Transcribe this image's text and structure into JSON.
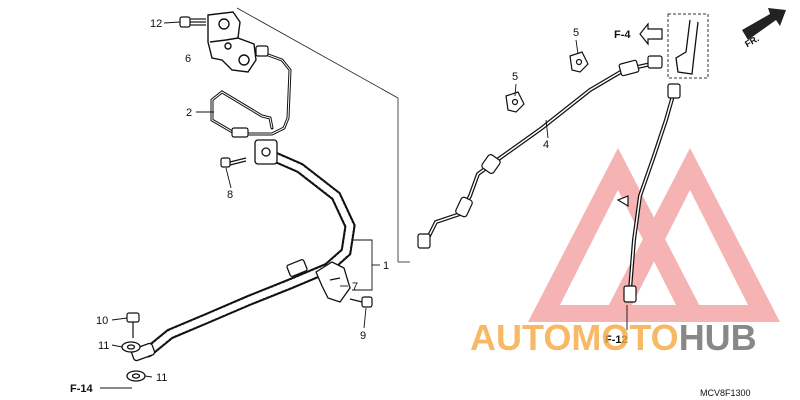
{
  "diagram_code": "MCV8F1300",
  "direction_badge": "FR.",
  "refs": {
    "f4": "F-4",
    "f12": "F-12",
    "f14": "F-14"
  },
  "callouts": {
    "c1": "1",
    "c2": "2",
    "c4": "4",
    "c5a": "5",
    "c5b": "5",
    "c6": "6",
    "c7": "7",
    "c8": "8",
    "c9": "9",
    "c10": "10",
    "c11a": "11",
    "c11b": "11",
    "c12": "12"
  },
  "watermark": {
    "part1": "AUTO",
    "part2": "MOTO",
    "part3": "HUB",
    "color_primary": "#f7a840",
    "color_secondary": "#6b6b6b",
    "color_triangle": "#f08a8a"
  }
}
